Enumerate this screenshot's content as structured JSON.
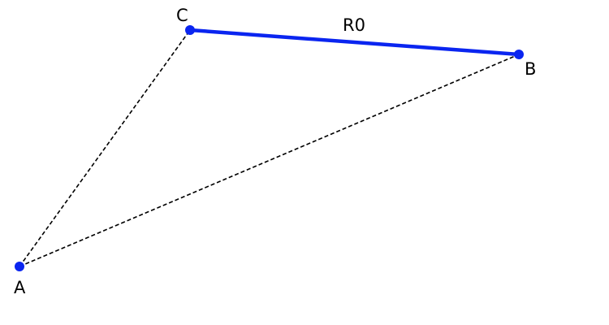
{
  "diagram": {
    "points": [
      {
        "id": "A",
        "label": "A"
      },
      {
        "id": "B",
        "label": "B"
      },
      {
        "id": "C",
        "label": "C"
      }
    ],
    "edges": [
      {
        "id": "A-C",
        "from": "A",
        "to": "C",
        "style": "dashed",
        "color": "#000000"
      },
      {
        "id": "A-B",
        "from": "A",
        "to": "B",
        "style": "dashed",
        "color": "#000000"
      },
      {
        "id": "C-B",
        "from": "C",
        "to": "B",
        "style": "solid",
        "color": "#0a25f0",
        "label": "R0"
      }
    ],
    "point_color": "#0a25f0"
  }
}
